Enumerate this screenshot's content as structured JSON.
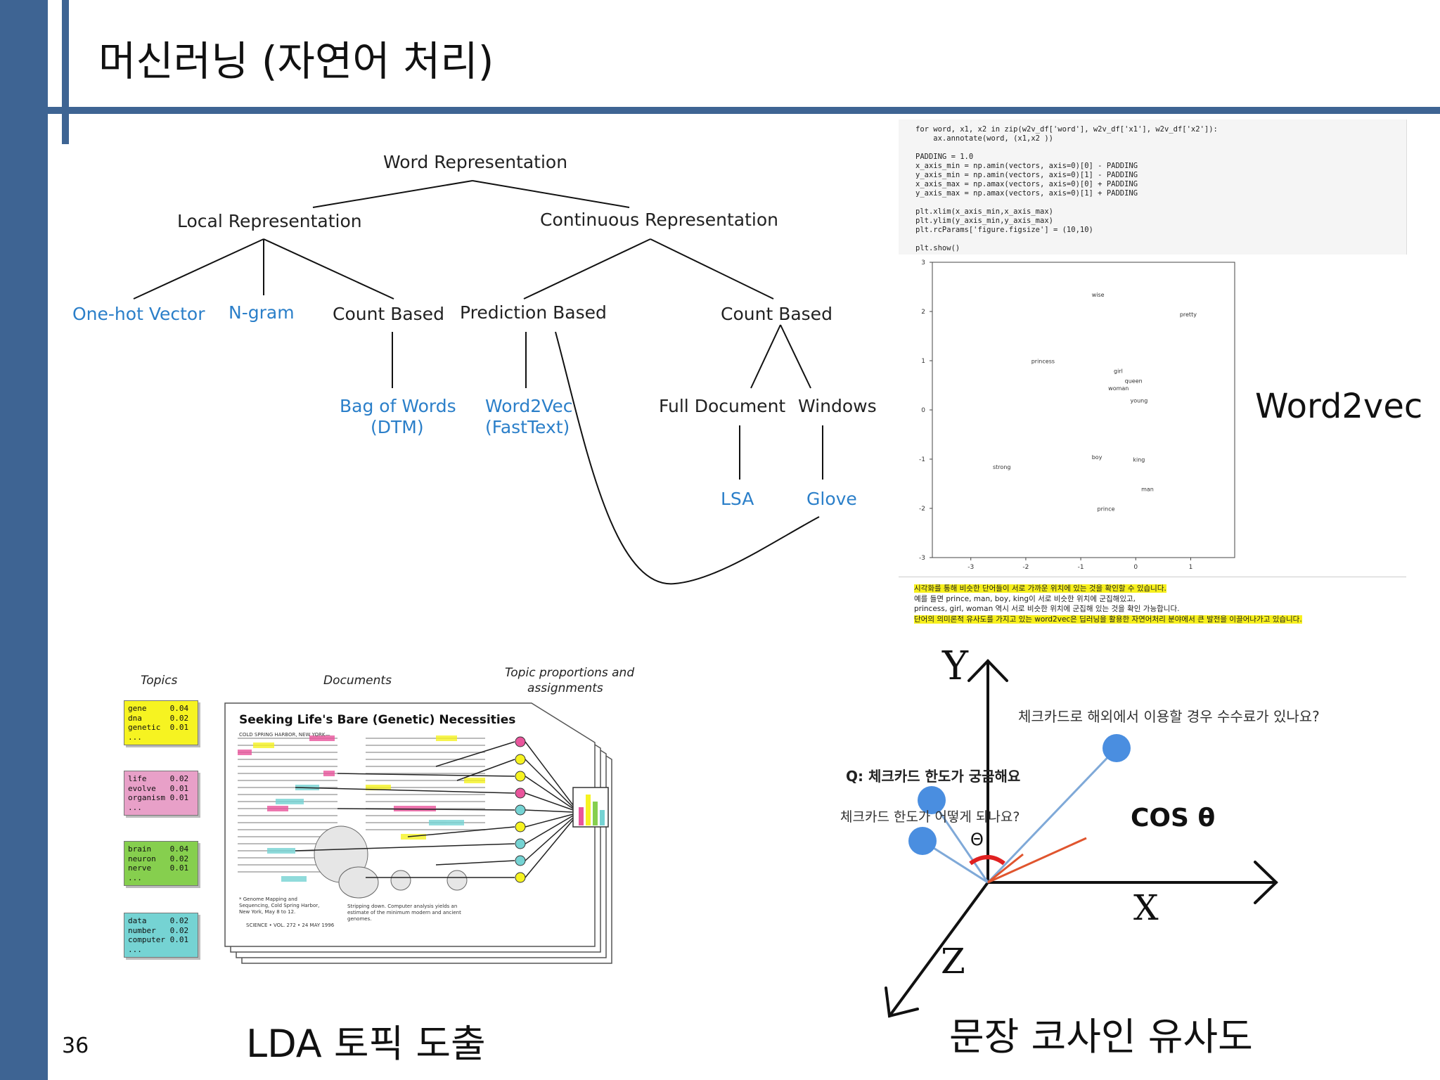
{
  "slide": {
    "title": "머신러닝 (자연어 처리)",
    "page_number": "36"
  },
  "tree": {
    "root": "Word Representation",
    "local": "Local Representation",
    "continuous": "Continuous Representation",
    "one_hot": "One-hot Vector",
    "ngram": "N-gram",
    "count_based_local": "Count Based",
    "prediction_based": "Prediction Based",
    "count_based_cont": "Count Based",
    "bow": "Bag of Words",
    "bow_sub": "(DTM)",
    "w2v": "Word2Vec",
    "w2v_sub": "(FastText)",
    "full_doc": "Full Document",
    "windows": "Windows",
    "lsa": "LSA",
    "glove": "Glove"
  },
  "word2vec_panel": {
    "code_lines": [
      "for word, x1, x2 in zip(w2v_df['word'], w2v_df['x1'], w2v_df['x2']):",
      "    ax.annotate(word, (x1,x2 ))",
      "",
      "PADDING = 1.0",
      "x_axis_min = np.amin(vectors, axis=0)[0] - PADDING",
      "y_axis_min = np.amin(vectors, axis=0)[1] - PADDING",
      "x_axis_max = np.amax(vectors, axis=0)[0] + PADDING",
      "y_axis_max = np.amax(vectors, axis=0)[1] + PADDING",
      "",
      "plt.xlim(x_axis_min,x_axis_max)",
      "plt.ylim(y_axis_min,y_axis_max)",
      "plt.rcParams['figure.figsize'] = (10,10)",
      "",
      "plt.show()"
    ],
    "label": "Word2vec",
    "notes": [
      "시각화를 통해 비슷한 단어들이 서로 가까운 위치에 있는 것을 확인할 수 있습니다.",
      "예를 들면 prince, man, boy, king이 서로 비슷한 위치에 군집해있고,",
      "princess, girl, woman 역시 서로 비슷한 위치에 군집해 있는 것을 확인 가능합니다.",
      "단어의 의미론적 유사도를 가지고 있는 word2vec은 딥러닝을 활용한 자연어처리 분야에서 큰 발전을 이끌어나가고 있습니다."
    ]
  },
  "chart_data": {
    "type": "scatter",
    "xlim": [
      -3.7,
      1.8
    ],
    "ylim": [
      -3.0,
      3.0
    ],
    "x_ticks": [
      "-3",
      "-2",
      "-1",
      "0",
      "1"
    ],
    "y_ticks": [
      "3",
      "2",
      "1",
      "0",
      "-1",
      "-2",
      "-3"
    ],
    "points": [
      {
        "label": "wise",
        "x": -0.8,
        "y": 2.3
      },
      {
        "label": "pretty",
        "x": 0.8,
        "y": 1.9
      },
      {
        "label": "princess",
        "x": -1.9,
        "y": 0.95
      },
      {
        "label": "girl",
        "x": -0.4,
        "y": 0.75
      },
      {
        "label": "queen",
        "x": -0.2,
        "y": 0.55
      },
      {
        "label": "woman",
        "x": -0.5,
        "y": 0.4
      },
      {
        "label": "young",
        "x": -0.1,
        "y": 0.15
      },
      {
        "label": "boy",
        "x": -0.8,
        "y": -1.0
      },
      {
        "label": "king",
        "x": -0.05,
        "y": -1.05
      },
      {
        "label": "strong",
        "x": -2.6,
        "y": -1.2
      },
      {
        "label": "man",
        "x": 0.1,
        "y": -1.65
      },
      {
        "label": "prince",
        "x": -0.7,
        "y": -2.05
      }
    ],
    "grid": false
  },
  "lda": {
    "caption": "LDA 토픽 도출",
    "topics_label": "Topics",
    "documents_label": "Documents",
    "proportions_label_1": "Topic proportions and",
    "proportions_label_2": "assignments",
    "article_title": "Seeking Life's Bare (Genetic) Necessities",
    "topic_cards": [
      {
        "text": "gene     0.04\ndna      0.02\ngenetic  0.01\n...",
        "color": "#f6f321"
      },
      {
        "text": "life     0.02\nevolve   0.01\norganism 0.01\n...",
        "color": "#e8a0c8"
      },
      {
        "text": "brain    0.04\nneuron   0.02\nnerve    0.01\n...",
        "color": "#86cf4e"
      },
      {
        "text": "data     0.02\nnumber   0.02\ncomputer 0.01\n...",
        "color": "#75d3d3"
      }
    ],
    "article_header": "COLD SPRING HARBOR, NEW YORK—",
    "footnote": "* Genome Mapping and Sequencing, Cold Spring Harbor, New York, May 8 to 12.",
    "stripping": "Stripping down. Computer analysis yields an estimate of the minimum modern and ancient genomes.",
    "footer": "SCIENCE • VOL. 272 • 24 MAY 1996"
  },
  "cosine": {
    "caption": "문장 코사인 유사도",
    "y_axis": "Y",
    "x_axis": "X",
    "z_axis": "Z",
    "sentence_top": "체크카드로 해외에서 이용할 경우 수수료가 있나요?",
    "question": "Q: 체크카드 한도가 궁금해요",
    "sentence_mid": "체크카드 한도가 어떻게 되나요?",
    "theta": "Θ",
    "cos_label": "COS θ"
  }
}
